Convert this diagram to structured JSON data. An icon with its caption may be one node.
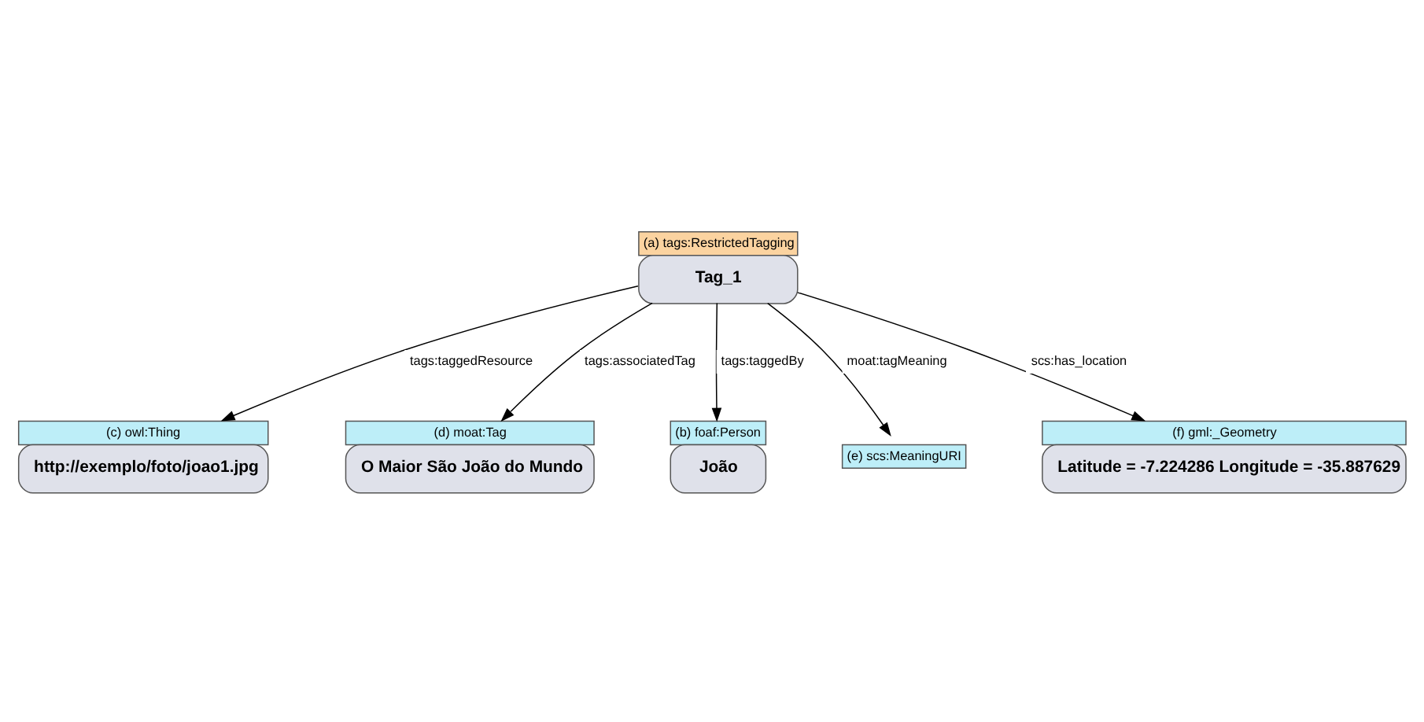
{
  "diagram": {
    "nodes": [
      {
        "text": [
          "(a) tags:RestrictedTagging",
          "Tag_1"
        ]
      },
      {
        "text": [
          "(c) owl:Thing",
          "http://exemplo/foto/joao1.jpg"
        ]
      },
      {
        "text": [
          "(d) moat:Tag",
          "O Maior São João do Mundo"
        ]
      },
      {
        "text": [
          "(b) foaf:Person",
          "João"
        ]
      },
      {
        "text": [
          "(e) scs:MeaningURI"
        ]
      },
      {
        "text": [
          "(f) gml:_Geometry",
          "Latitude = -7.224286 Longitude = -35.887629"
        ]
      }
    ],
    "edges": [
      {
        "from": 0,
        "to": 1,
        "arrow": "to",
        "label": "tags:taggedResource"
      },
      {
        "from": 0,
        "to": 2,
        "arrow": "to",
        "label": "tags:associatedTag"
      },
      {
        "from": 0,
        "to": 3,
        "arrow": "to",
        "label": "tags:taggedBy"
      },
      {
        "from": 0,
        "to": 4,
        "arrow": "to",
        "label": "moat:tagMeaning"
      },
      {
        "from": 0,
        "to": 5,
        "arrow": "to",
        "label": "scs:has_location"
      }
    ]
  }
}
